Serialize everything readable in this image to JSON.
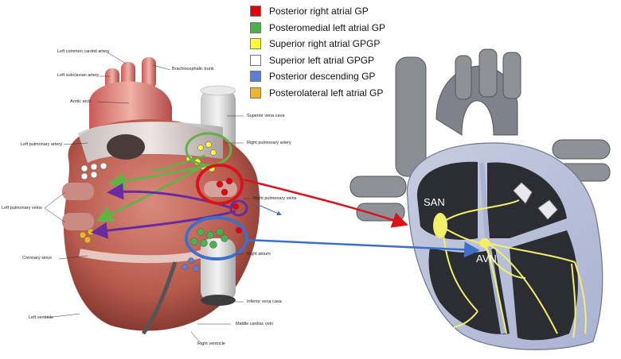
{
  "legend": [
    {
      "label": "Posterior right atrial  GP",
      "color": "#e3000f"
    },
    {
      "label": "Posteromedial left atrial GP",
      "color": "#4caf50"
    },
    {
      "label": "Superior right atrial GPGP",
      "color": "#ffff33"
    },
    {
      "label": "Superior left atrial GPGP",
      "color": "#ffffff"
    },
    {
      "label": "Posterior descending GP",
      "color": "#5b7fd6"
    },
    {
      "label": "Posterolateral left atrial GP",
      "color": "#f0b429"
    }
  ],
  "anatomy": {
    "left_common_carotid": "Left common carotid artery",
    "brachiocephalic": "Brachiocephalic trunk",
    "left_subclavian": "Left subclavian artery",
    "aortic_arch": "Aortic arch",
    "superior_vena_cava": "Superior vena cava",
    "left_pulmonary_artery": "Left pulmonary artery",
    "right_pulmonary_artery": "Right pulmonary artery",
    "right_pulmonary_veins": "Right pulmonary veins",
    "left_pulmonary_veins": "Left pulmonary veins",
    "coronary_sinus": "Coronary sinus",
    "right_atrium": "Right atrium",
    "inferior_vena_cava": "Inferior vena cava",
    "left_ventricle": "Left ventricle",
    "middle_cardiac_vein": "Middle cardiac vein",
    "right_ventricle": "Right ventricle"
  },
  "conduction": {
    "san": "SAN",
    "avn": "AVN"
  }
}
